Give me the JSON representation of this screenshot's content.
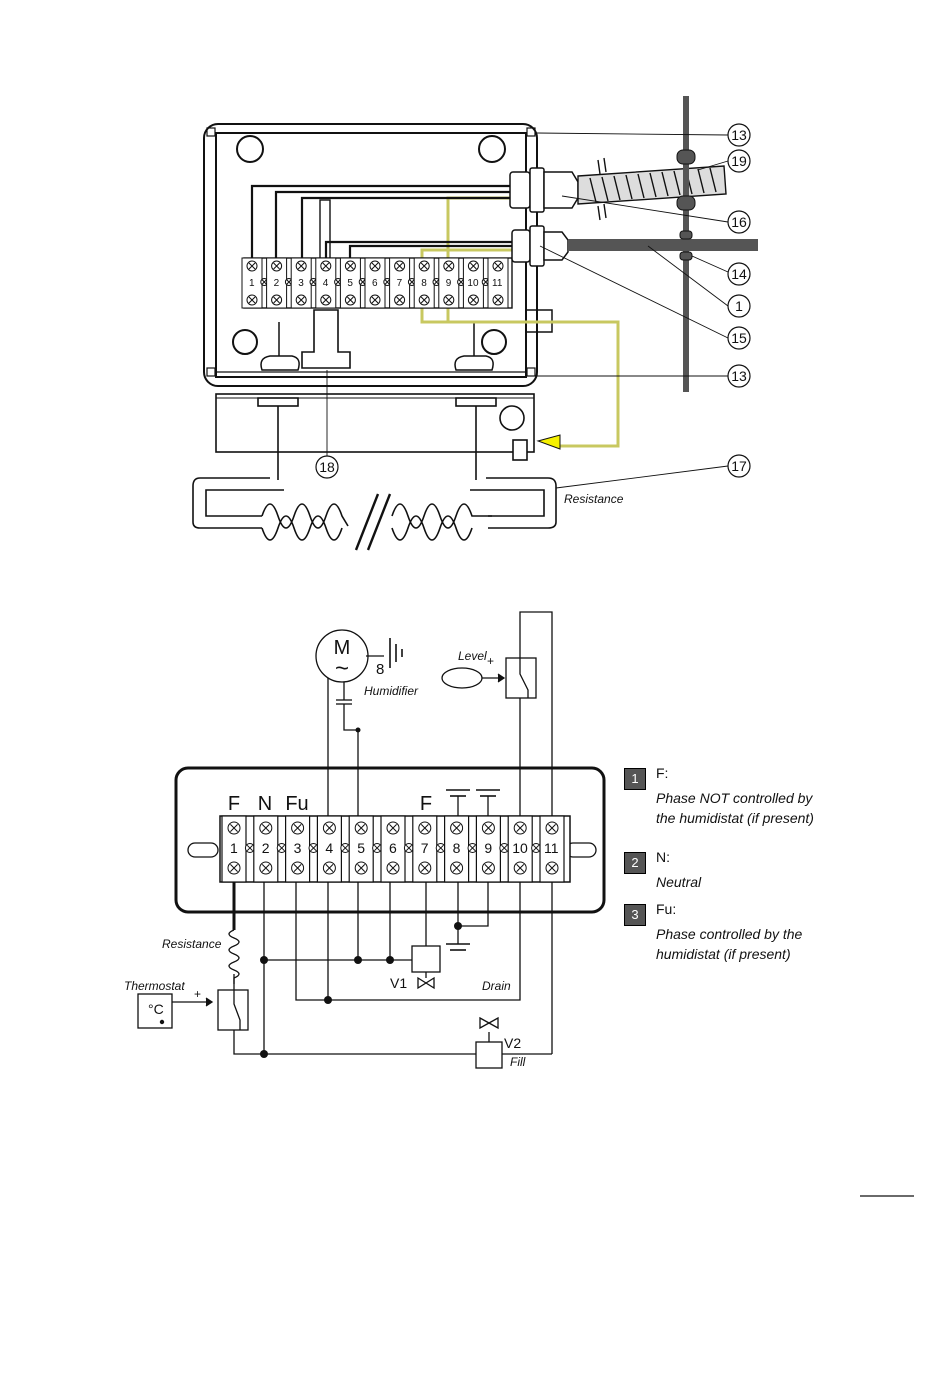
{
  "top_diagram": {
    "terminals": [
      "1",
      "2",
      "3",
      "4",
      "5",
      "6",
      "7",
      "8",
      "9",
      "10",
      "11"
    ],
    "callouts": [
      "13",
      "19",
      "16",
      "14",
      "1",
      "15",
      "13",
      "18",
      "17"
    ],
    "resistance_label": "Resistance"
  },
  "bottom_diagram": {
    "terminals": [
      "1",
      "2",
      "3",
      "4",
      "5",
      "6",
      "7",
      "8",
      "9",
      "10",
      "11"
    ],
    "terminal_letters": {
      "t1": "F",
      "t2": "N",
      "t3": "Fu",
      "t7": "F"
    },
    "motor_letter": "M",
    "motor_symbol": "~",
    "ground_number": "8",
    "humidifier_label": "Humidifier",
    "level_label": "Level",
    "level_plus": "+",
    "resistance_label": "Resistance",
    "thermostat_label": "Thermostat",
    "thermostat_plus": "+",
    "thermostat_unit": "°C",
    "v1_label": "V1",
    "drain_label": "Drain",
    "v2_label": "V2",
    "fill_label": "Fill"
  },
  "legend": [
    {
      "num": "1",
      "head": "F:",
      "desc": [
        "Phase NOT controlled by",
        "the humidistat (if present)"
      ]
    },
    {
      "num": "2",
      "head": "N:",
      "desc": [
        " Neutral"
      ]
    },
    {
      "num": "3",
      "head": "Fu:",
      "desc": [
        "Phase controlled by the",
        "humidistat (if present)"
      ]
    }
  ],
  "colors": {
    "line": "#111111",
    "yellow_green": "#c8c860",
    "yellow": "#f5f000",
    "cable": "#555555",
    "legend_box": "#555555"
  }
}
